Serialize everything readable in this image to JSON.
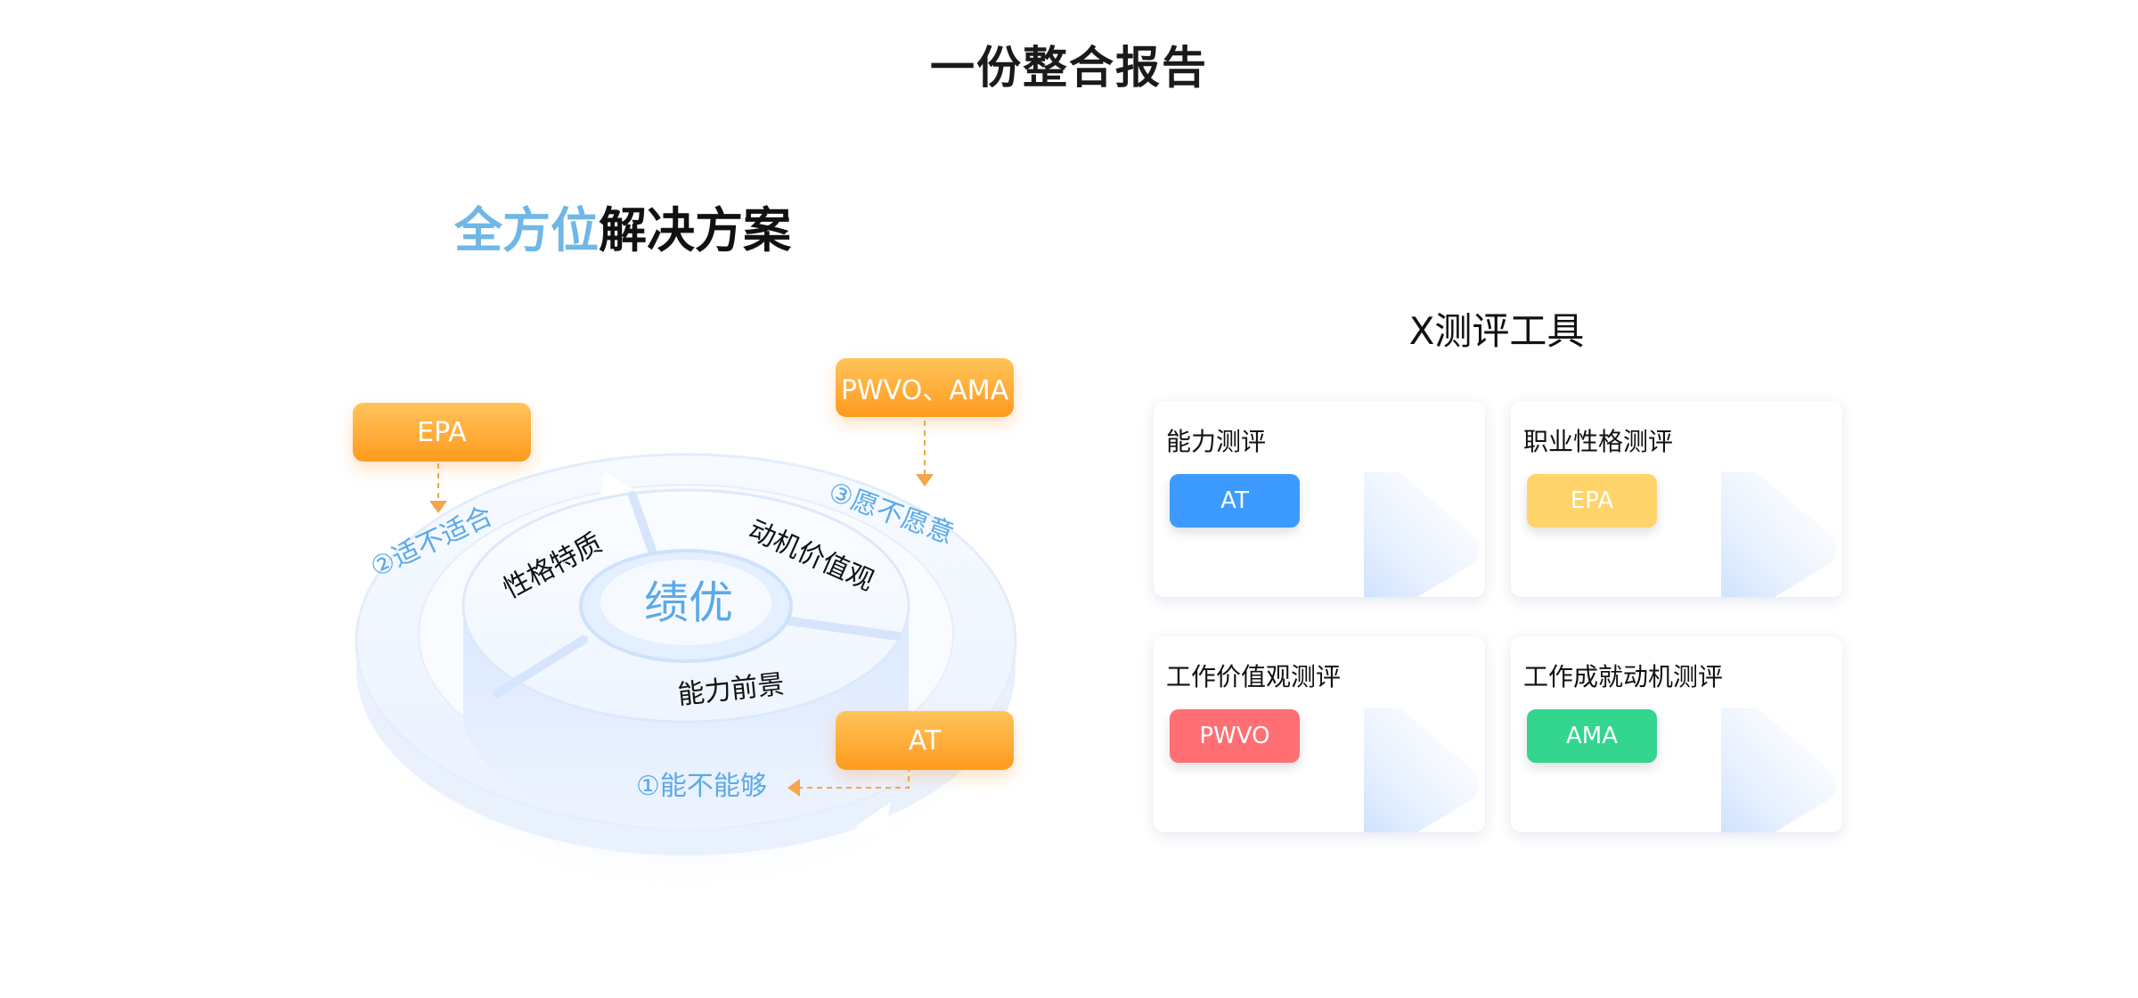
{
  "header": {
    "title": "一份整合报告"
  },
  "solution": {
    "title_highlight": "全方位",
    "title_rest": "解决方案",
    "center_label": "绩优",
    "segments": [
      "性格特质",
      "动机价值观",
      "能力前景"
    ],
    "questions": [
      "①能不能够",
      "②适不适合",
      "③愿不愿意"
    ],
    "tags": [
      "EPA",
      "PWVO、AMA",
      "AT"
    ]
  },
  "tools": {
    "title": "X测评工具",
    "cards": [
      {
        "title": "能力测评",
        "badge": "AT",
        "color": "#3d9bff"
      },
      {
        "title": "职业性格测评",
        "badge": "EPA",
        "color": "#ffd46b"
      },
      {
        "title": "工作价值观测评",
        "badge": "PWVO",
        "color": "#ff6f73"
      },
      {
        "title": "工作成就动机测评",
        "badge": "AMA",
        "color": "#34d58f"
      }
    ]
  },
  "colors": {
    "accent_blue": "#5aaae8",
    "tag_orange": "#ff9a1f"
  }
}
